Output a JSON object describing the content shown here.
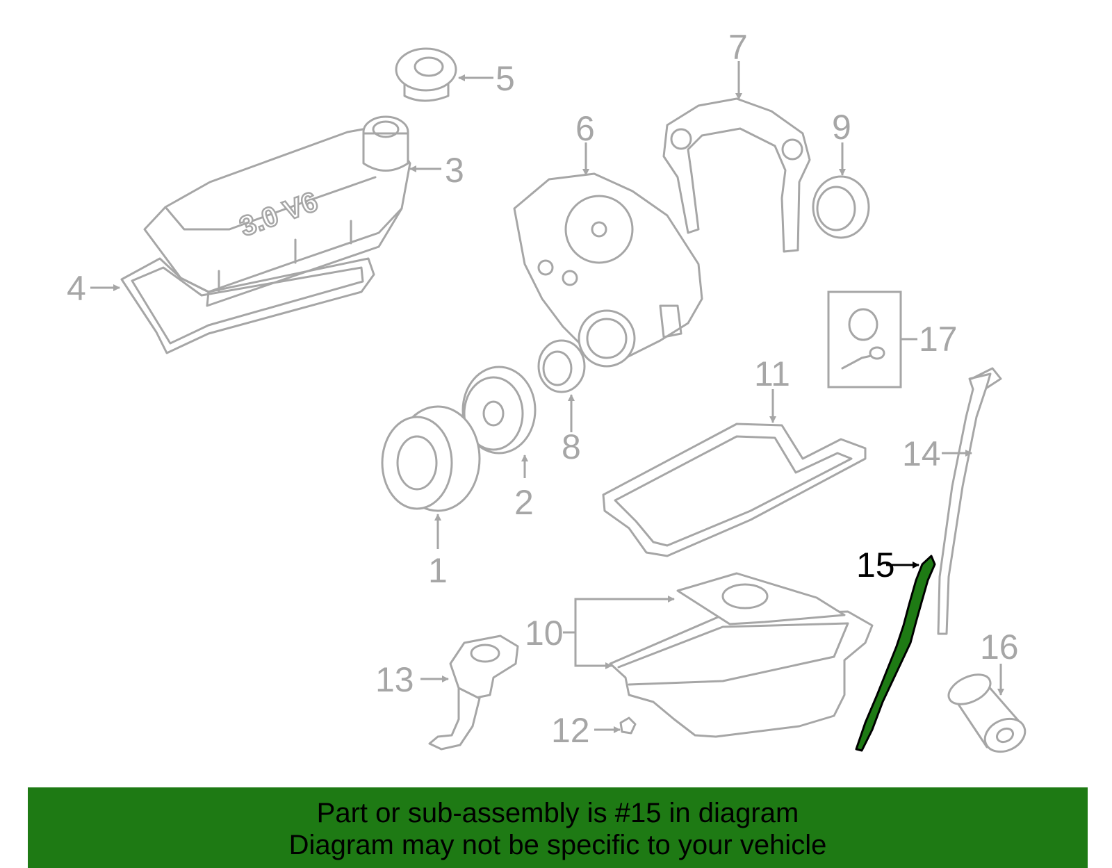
{
  "diagram": {
    "engraving_text": "3.0 V6",
    "highlighted_part": "15",
    "highlight_color": "#1e7a14",
    "part_color": "#a6a6a6",
    "callouts": {
      "c1": "1",
      "c2": "2",
      "c3": "3",
      "c4": "4",
      "c5": "5",
      "c6": "6",
      "c7": "7",
      "c8": "8",
      "c9": "9",
      "c10": "10",
      "c11": "11",
      "c12": "12",
      "c13": "13",
      "c14": "14",
      "c15": "15",
      "c16": "16",
      "c17": "17"
    }
  },
  "banner": {
    "line1": "Part or sub-assembly is #15 in diagram",
    "line2": "Diagram may not be specific to your vehicle",
    "background": "#1e7a14"
  }
}
